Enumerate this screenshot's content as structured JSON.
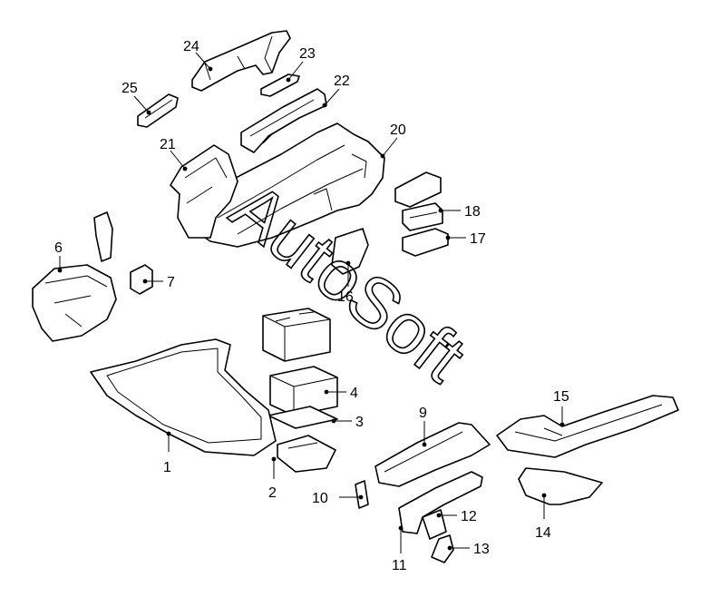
{
  "watermark": "AutoSoft",
  "callouts": [
    {
      "label": "1"
    },
    {
      "label": "2"
    },
    {
      "label": "3"
    },
    {
      "label": "4"
    },
    {
      "label": "6"
    },
    {
      "label": "7"
    },
    {
      "label": "9"
    },
    {
      "label": "10"
    },
    {
      "label": "11"
    },
    {
      "label": "12"
    },
    {
      "label": "13"
    },
    {
      "label": "14"
    },
    {
      "label": "15"
    },
    {
      "label": "16"
    },
    {
      "label": "17"
    },
    {
      "label": "18"
    },
    {
      "label": "20"
    },
    {
      "label": "21"
    },
    {
      "label": "22"
    },
    {
      "label": "23"
    },
    {
      "label": "24"
    },
    {
      "label": "25"
    }
  ]
}
